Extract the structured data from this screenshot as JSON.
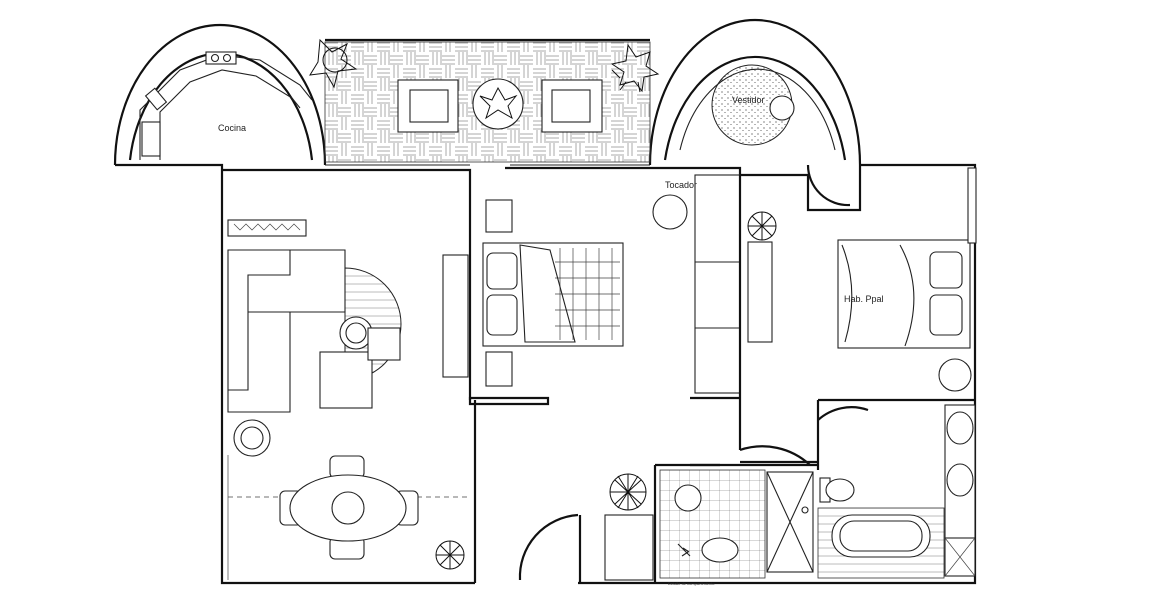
{
  "plan": {
    "rooms": [
      {
        "id": "cocina",
        "label": "Cocina"
      },
      {
        "id": "vestidor",
        "label": "Vestidor"
      },
      {
        "id": "tocador",
        "label": "Tocador"
      },
      {
        "id": "hab_ppal",
        "label": "Hab. Ppal"
      }
    ],
    "footnote": "Detalle de compartimiento"
  }
}
